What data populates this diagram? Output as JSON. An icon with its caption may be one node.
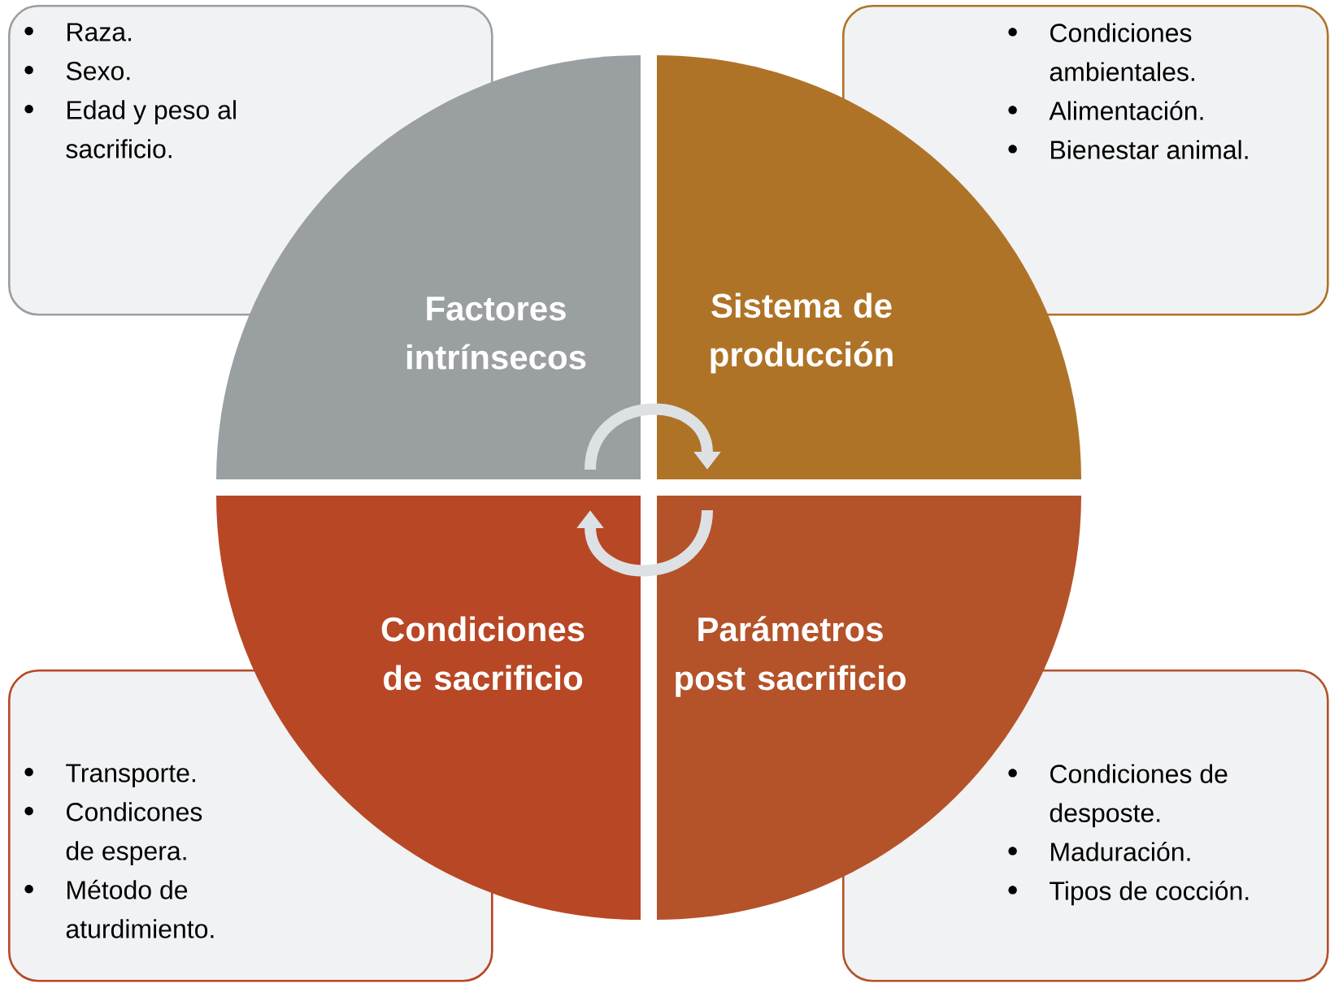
{
  "diagram": {
    "nodes": [
      {
        "text": [
          "Raza.",
          "Sexo.",
          "Edad y peso al sacrificio."
        ]
      },
      {
        "text": [
          "Condiciones ambientales.",
          "Alimentación.",
          "Bienestar animal."
        ]
      },
      {
        "text": [
          "Factores intrínsecos"
        ]
      },
      {
        "text": [
          "Sistema de producción"
        ]
      },
      {
        "text": [
          "Condiciones de sacrificio"
        ]
      },
      {
        "text": [
          "Parámetros post sacrificio"
        ]
      },
      {
        "text": [
          "Transporte.",
          "Condicones de espera.",
          "Método de aturdimiento."
        ]
      },
      {
        "text": [
          "Condiciones de desposte.",
          "Maduración.",
          "Tipos de cocción."
        ]
      }
    ],
    "edges": [
      {
        "from": 2,
        "to": 3,
        "arrow": "to"
      },
      {
        "from": 5,
        "to": 4,
        "arrow": "to"
      }
    ]
  }
}
